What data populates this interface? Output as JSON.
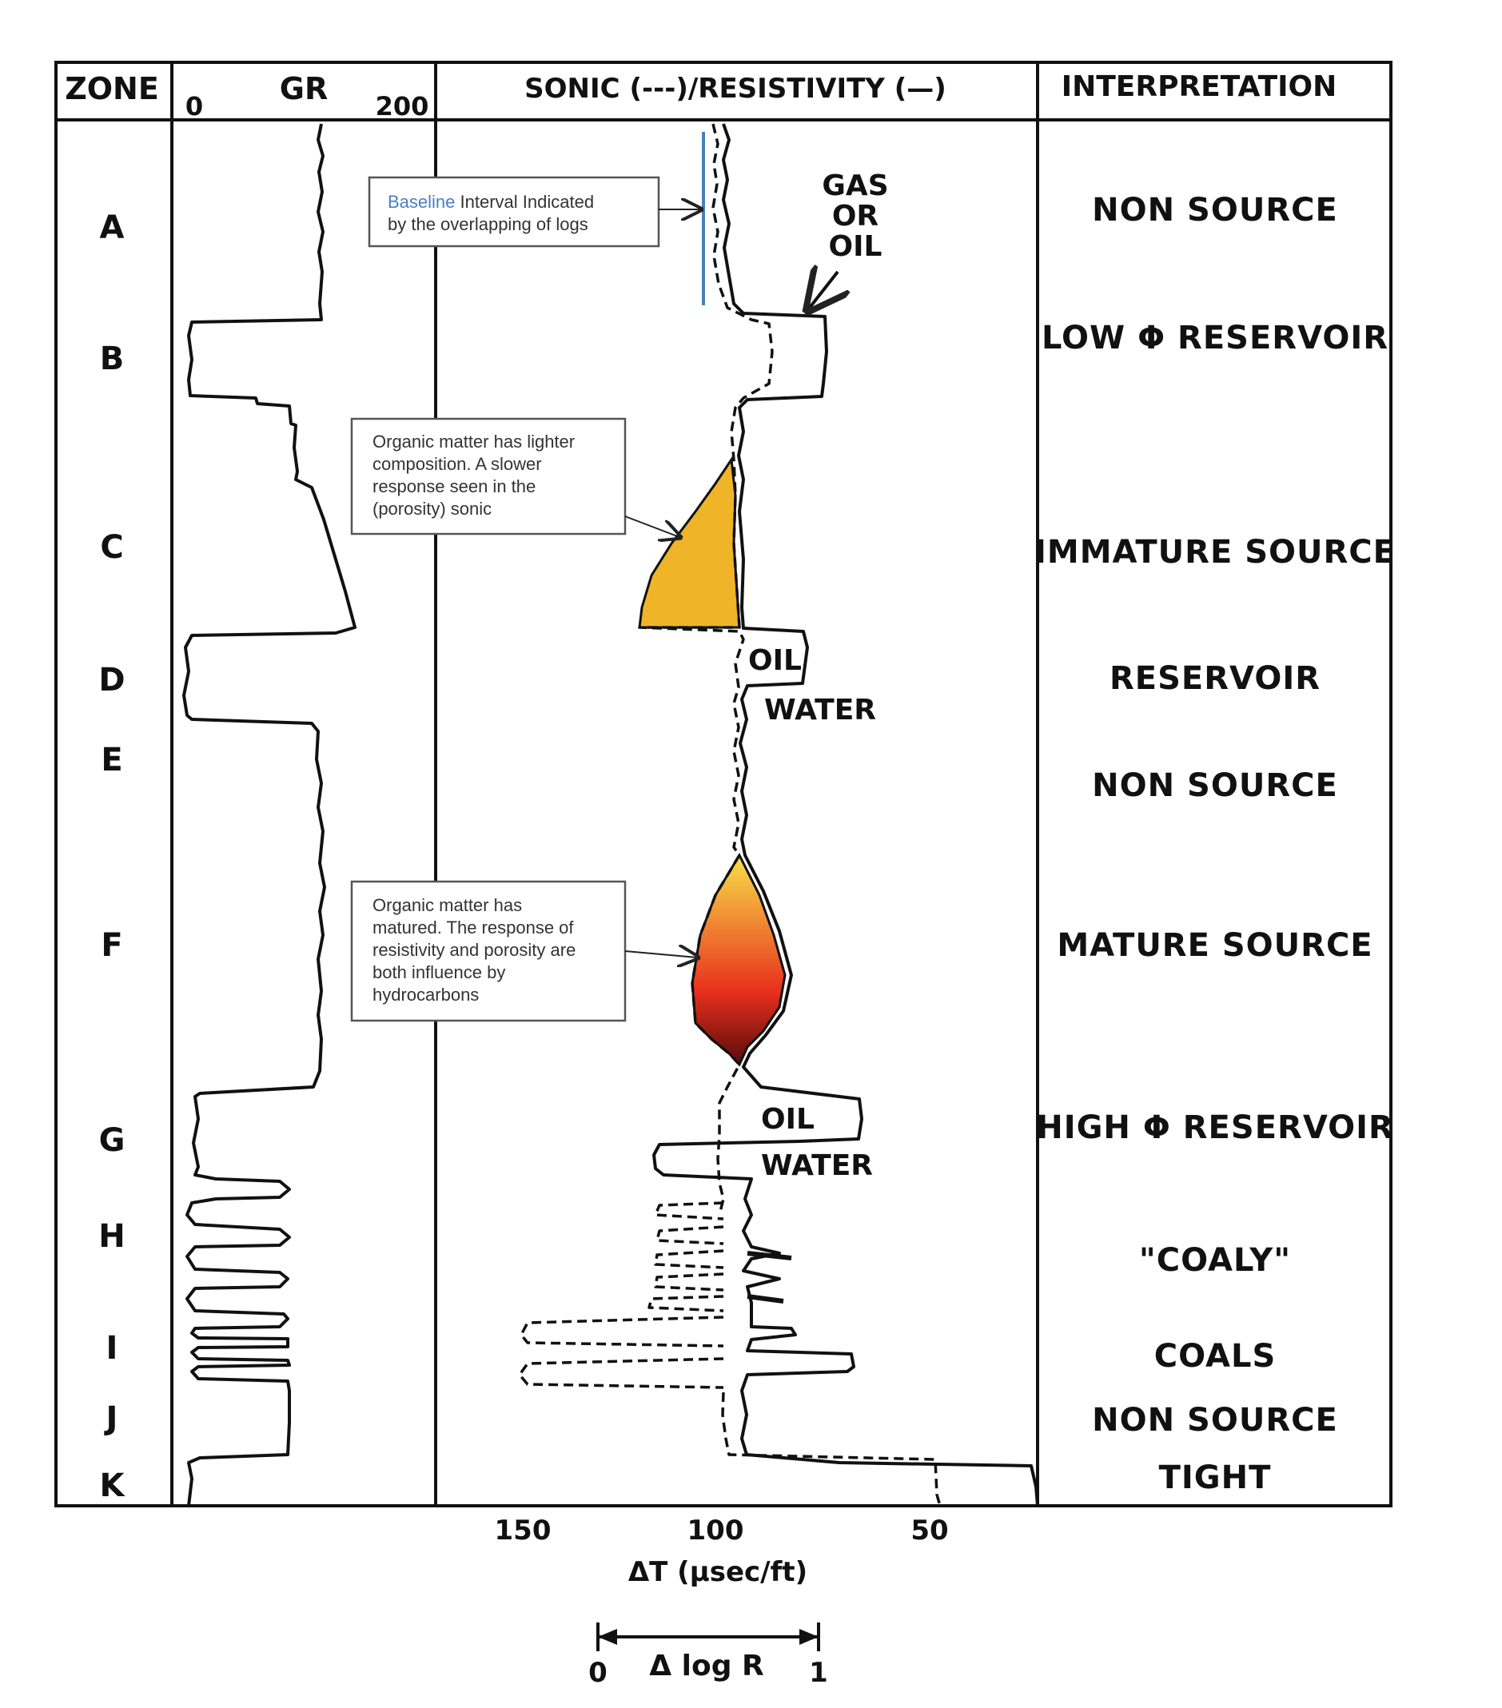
{
  "header": {
    "zone": "ZONE",
    "gr": "GR",
    "gr_min": "0",
    "gr_max": "200",
    "sonic": "SONIC (---)/RESISTIVITY (—)",
    "interpretation": "INTERPRETATION"
  },
  "zones": [
    "A",
    "B",
    "C",
    "D",
    "E",
    "F",
    "G",
    "H",
    "I",
    "J",
    "K"
  ],
  "interpretations": [
    "NON SOURCE",
    "LOW Φ RESERVOIR",
    "IMMATURE SOURCE",
    "RESERVOIR",
    "NON SOURCE",
    "MATURE SOURCE",
    "HIGH Φ RESERVOIR",
    "\"COALY\"",
    "COALS",
    "NON SOURCE",
    "TIGHT"
  ],
  "labels": {
    "gas": "GAS",
    "or": "OR",
    "oil": "OIL",
    "oil_d": "OIL",
    "water_d": "WATER",
    "oil_g": "OIL",
    "water_g": "WATER"
  },
  "notes": {
    "baseline_word": "Baseline",
    "baseline_rest": " Interval Indicated",
    "baseline_line2": "by the overlapping of logs",
    "immature": [
      "Organic matter has lighter",
      "composition. A slower",
      "response seen in the",
      "(porosity) sonic"
    ],
    "mature": [
      "Organic matter has",
      "matured. The response of",
      "resistivity and porosity are",
      "both influence by",
      "hydrocarbons"
    ]
  },
  "axis": {
    "ticks": [
      "150",
      "100",
      "50"
    ],
    "label": "ΔT (µsec/ft)"
  },
  "scale_bar": {
    "left": "0",
    "label": "Δ log R",
    "right": "1"
  },
  "colors": {
    "immature_fill": "#f0b429",
    "mature_top": "#f8e04a",
    "mature_mid": "#e8301c",
    "mature_bottom": "#5a0a0a",
    "baseline_line": "#4a7fc1",
    "ink": "#111111"
  }
}
